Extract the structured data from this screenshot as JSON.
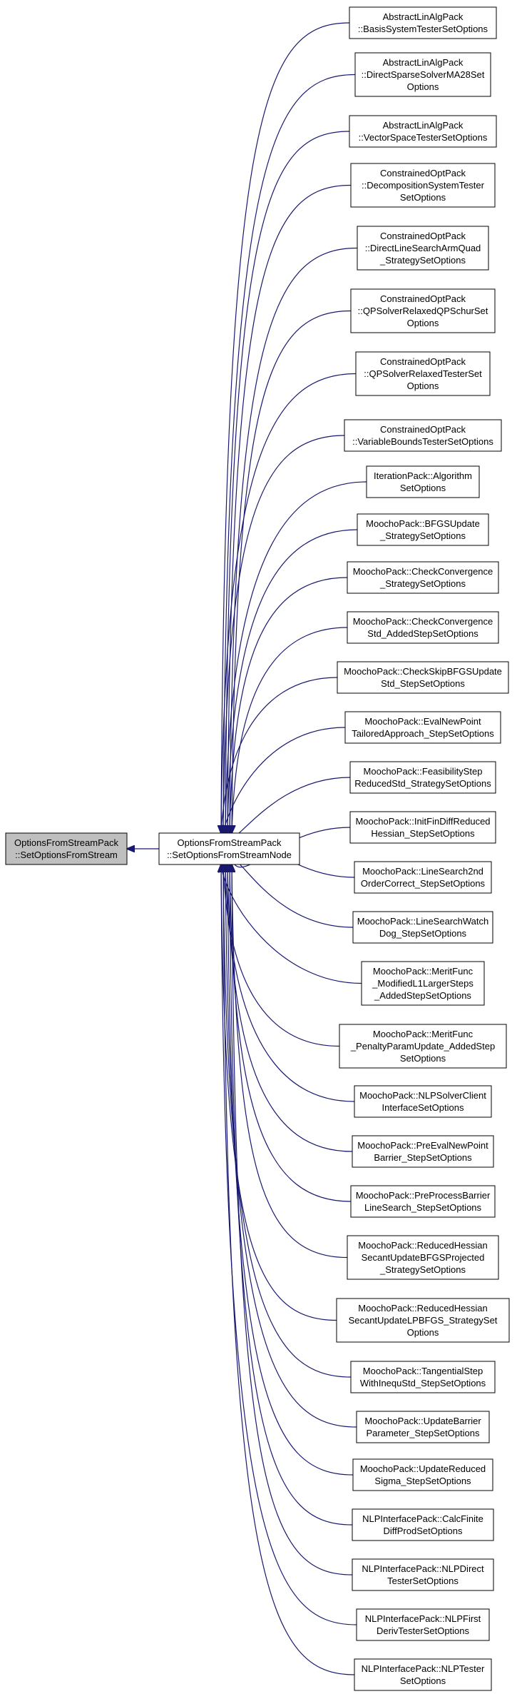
{
  "diagram": {
    "edge_color": "#191970",
    "node_border_color": "#000000",
    "root_fill_color": "#bfbfbf",
    "node_fill_color": "#ffffff",
    "root": {
      "lines": [
        "OptionsFromStreamPack",
        "::SetOptionsFromStream"
      ]
    },
    "hub": {
      "lines": [
        "OptionsFromStreamPack",
        "::SetOptionsFromStreamNode"
      ]
    },
    "callers": [
      {
        "lines": [
          "AbstractLinAlgPack",
          "::BasisSystemTesterSetOptions"
        ]
      },
      {
        "lines": [
          "AbstractLinAlgPack",
          "::DirectSparseSolverMA28Set",
          "Options"
        ]
      },
      {
        "lines": [
          "AbstractLinAlgPack",
          "::VectorSpaceTesterSetOptions"
        ]
      },
      {
        "lines": [
          "ConstrainedOptPack",
          "::DecompositionSystemTester",
          "SetOptions"
        ]
      },
      {
        "lines": [
          "ConstrainedOptPack",
          "::DirectLineSearchArmQuad",
          "_StrategySetOptions"
        ]
      },
      {
        "lines": [
          "ConstrainedOptPack",
          "::QPSolverRelaxedQPSchurSet",
          "Options"
        ]
      },
      {
        "lines": [
          "ConstrainedOptPack",
          "::QPSolverRelaxedTesterSet",
          "Options"
        ]
      },
      {
        "lines": [
          "ConstrainedOptPack",
          "::VariableBoundsTesterSetOptions"
        ]
      },
      {
        "lines": [
          "IterationPack::Algorithm",
          "SetOptions"
        ]
      },
      {
        "lines": [
          "MoochoPack::BFGSUpdate",
          "_StrategySetOptions"
        ]
      },
      {
        "lines": [
          "MoochoPack::CheckConvergence",
          "_StrategySetOptions"
        ]
      },
      {
        "lines": [
          "MoochoPack::CheckConvergence",
          "Std_AddedStepSetOptions"
        ]
      },
      {
        "lines": [
          "MoochoPack::CheckSkipBFGSUpdate",
          "Std_StepSetOptions"
        ]
      },
      {
        "lines": [
          "MoochoPack::EvalNewPoint",
          "TailoredApproach_StepSetOptions"
        ]
      },
      {
        "lines": [
          "MoochoPack::FeasibilityStep",
          "ReducedStd_StrategySetOptions"
        ]
      },
      {
        "lines": [
          "MoochoPack::InitFinDiffReduced",
          "Hessian_StepSetOptions"
        ]
      },
      {
        "lines": [
          "MoochoPack::LineSearch2nd",
          "OrderCorrect_StepSetOptions"
        ]
      },
      {
        "lines": [
          "MoochoPack::LineSearchWatch",
          "Dog_StepSetOptions"
        ]
      },
      {
        "lines": [
          "MoochoPack::MeritFunc",
          "_ModifiedL1LargerSteps",
          "_AddedStepSetOptions"
        ]
      },
      {
        "lines": [
          "MoochoPack::MeritFunc",
          "_PenaltyParamUpdate_AddedStep",
          "SetOptions"
        ]
      },
      {
        "lines": [
          "MoochoPack::NLPSolverClient",
          "InterfaceSetOptions"
        ]
      },
      {
        "lines": [
          "MoochoPack::PreEvalNewPoint",
          "Barrier_StepSetOptions"
        ]
      },
      {
        "lines": [
          "MoochoPack::PreProcessBarrier",
          "LineSearch_StepSetOptions"
        ]
      },
      {
        "lines": [
          "MoochoPack::ReducedHessian",
          "SecantUpdateBFGSProjected",
          "_StrategySetOptions"
        ]
      },
      {
        "lines": [
          "MoochoPack::ReducedHessian",
          "SecantUpdateLPBFGS_StrategySet",
          "Options"
        ]
      },
      {
        "lines": [
          "MoochoPack::TangentialStep",
          "WithInequStd_StepSetOptions"
        ]
      },
      {
        "lines": [
          "MoochoPack::UpdateBarrier",
          "Parameter_StepSetOptions"
        ]
      },
      {
        "lines": [
          "MoochoPack::UpdateReduced",
          "Sigma_StepSetOptions"
        ]
      },
      {
        "lines": [
          "NLPInterfacePack::CalcFinite",
          "DiffProdSetOptions"
        ]
      },
      {
        "lines": [
          "NLPInterfacePack::NLPDirect",
          "TesterSetOptions"
        ]
      },
      {
        "lines": [
          "NLPInterfacePack::NLPFirst",
          "DerivTesterSetOptions"
        ]
      },
      {
        "lines": [
          "NLPInterfacePack::NLPTester",
          "SetOptions"
        ]
      }
    ]
  }
}
